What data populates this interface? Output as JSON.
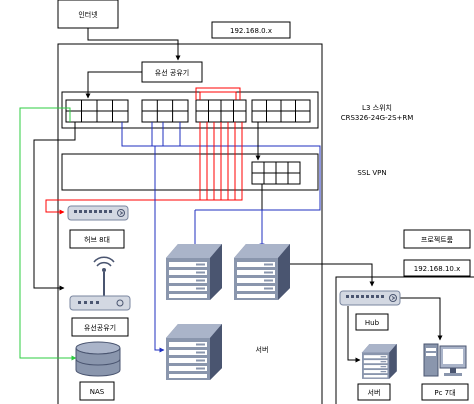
{
  "labels": {
    "internet": "인터넷",
    "main_subnet": "192.168.0.x",
    "wired_router_top": "유선 공유기",
    "l3_switch_line1": "L3 스위치",
    "l3_switch_line2": "CRS326-24G-2S+RM",
    "ssl_vpn": "SSL VPN",
    "hub_8": "허브 8대",
    "wired_router_bottom": "유선공유기",
    "nas": "NAS",
    "server_main": "서버",
    "project_room": "프로젝트룸",
    "project_subnet": "192.168.10.x",
    "hub": "Hub",
    "server_project": "서버",
    "pc_7": "Pc 7대"
  },
  "colors": {
    "red": "#ff0000",
    "blue": "#1f2fbf",
    "green": "#2ecc40",
    "black": "#000000",
    "device_gray": "#8a96ad",
    "device_dark": "#4a5570"
  },
  "icons": [
    "switch-icon",
    "hub-icon",
    "router-icon",
    "nas-icon",
    "server-icon",
    "pc-icon"
  ]
}
